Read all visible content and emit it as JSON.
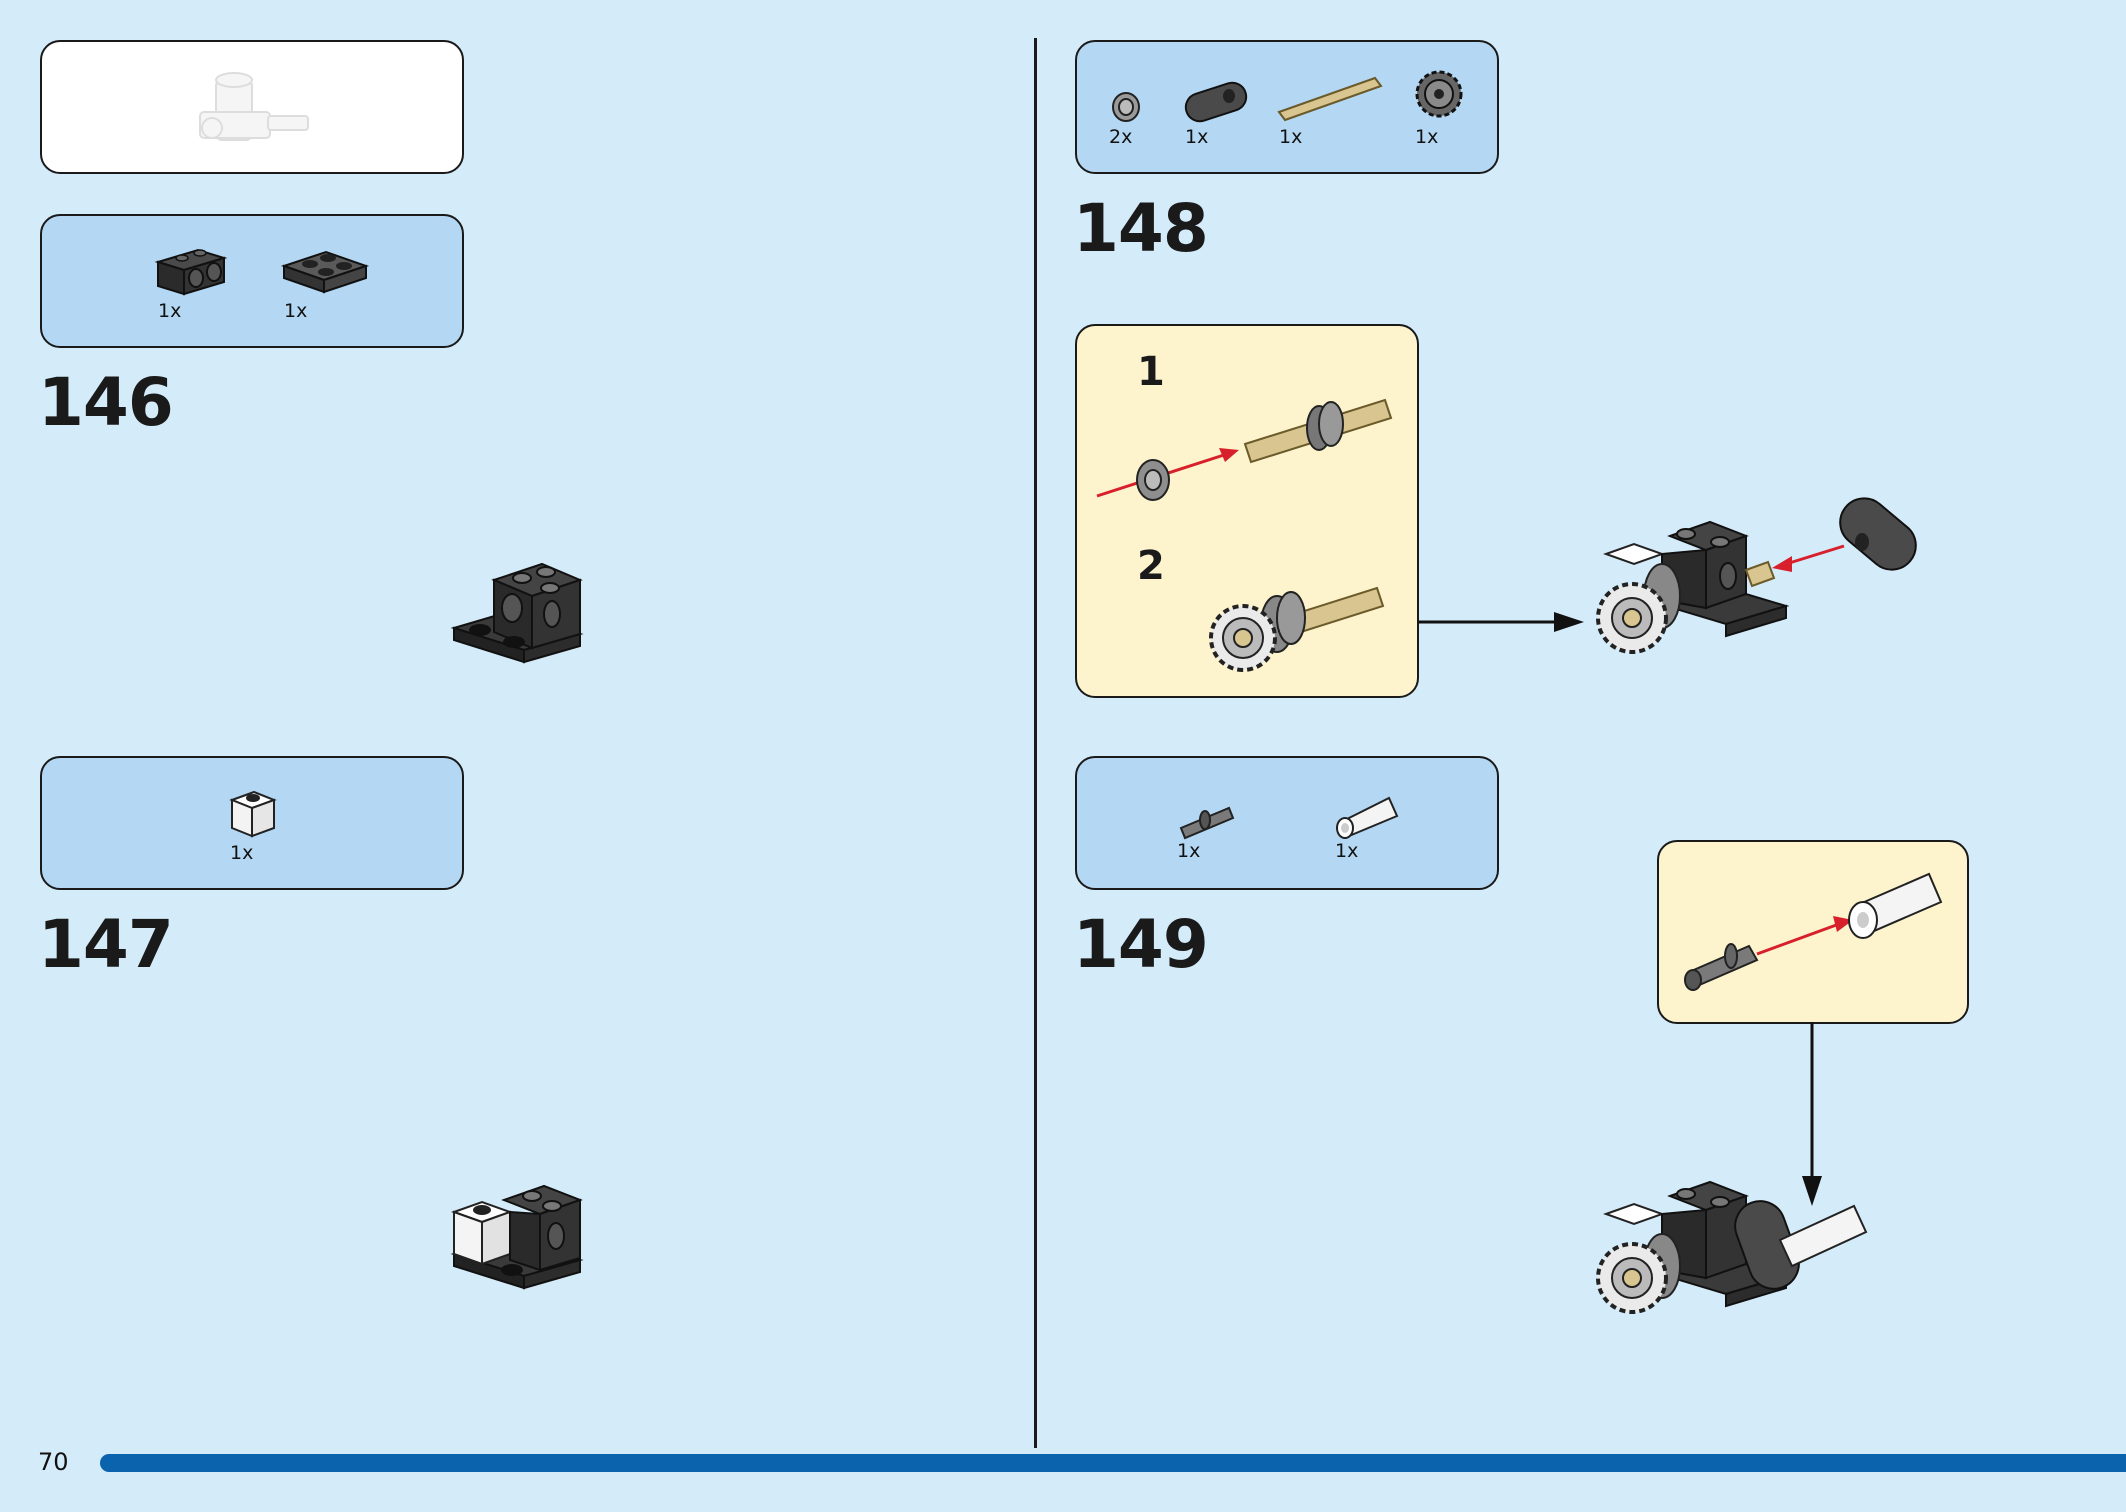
{
  "page": {
    "number": "70"
  },
  "steps": [
    {
      "number": "146",
      "parts": [
        {
          "qty": "1x",
          "part": "technic-brick-1x2-black"
        },
        {
          "qty": "1x",
          "part": "plate-2x2-dark-gray"
        }
      ]
    },
    {
      "number": "147",
      "parts": [
        {
          "qty": "1x",
          "part": "brick-1x1-white"
        }
      ]
    },
    {
      "number": "148",
      "parts": [
        {
          "qty": "2x",
          "part": "bush-half-gray"
        },
        {
          "qty": "1x",
          "part": "beam-2-dark-gray"
        },
        {
          "qty": "1x",
          "part": "axle-tan"
        },
        {
          "qty": "1x",
          "part": "gear-12-tooth"
        }
      ],
      "substeps": [
        {
          "number": "1"
        },
        {
          "number": "2"
        }
      ]
    },
    {
      "number": "149",
      "parts": [
        {
          "qty": "1x",
          "part": "pin-axle-gray"
        },
        {
          "qty": "1x",
          "part": "connector-white"
        }
      ]
    }
  ],
  "colors": {
    "background": "#d4ebf9",
    "parts_box": "#b4d8f4",
    "substep_box": "#fdf3cd",
    "footer_bar": "#0b62ad",
    "arrow_red": "#d8202c"
  }
}
